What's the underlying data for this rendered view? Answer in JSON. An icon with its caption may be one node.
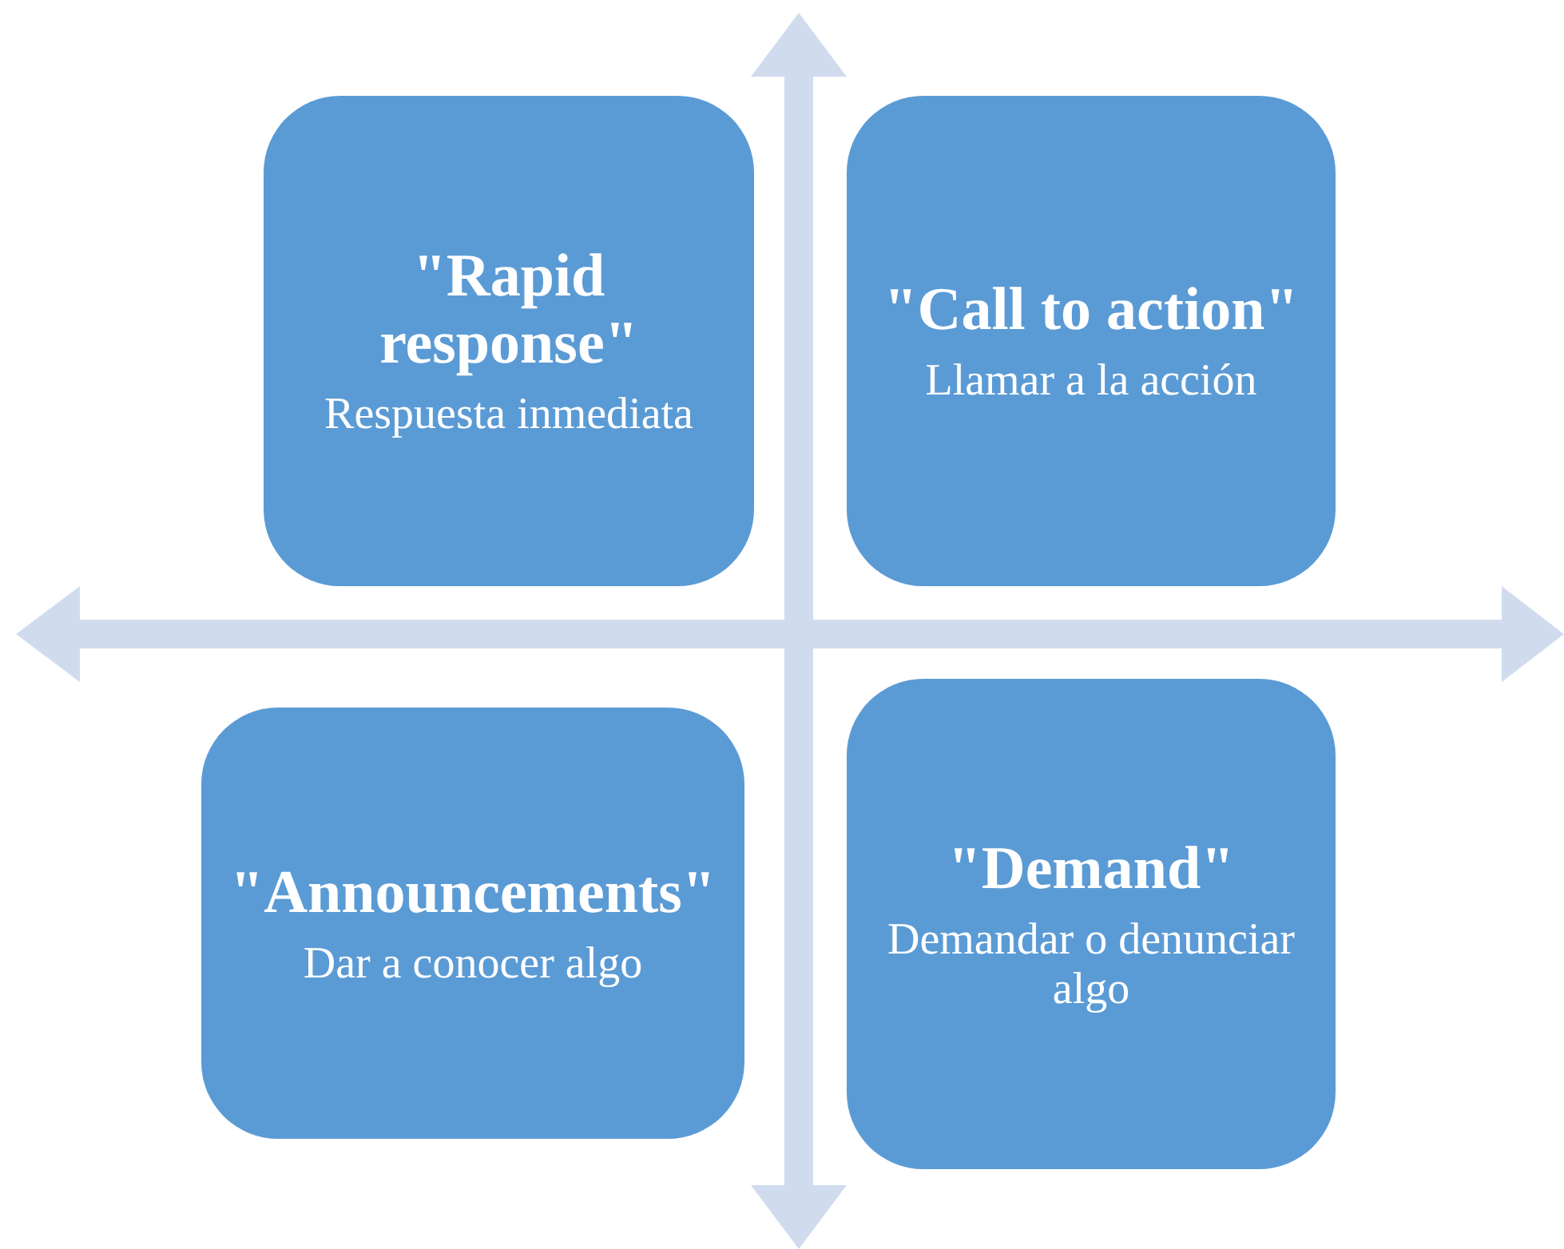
{
  "diagram": {
    "nodes": [
      {
        "text": [
          "\"Rapid response\"",
          "Respuesta inmediata"
        ]
      },
      {
        "text": [
          "\"Call to action\"",
          "Llamar a la acción"
        ]
      },
      {
        "text": [
          "\"Announcements\"",
          "Dar a conocer algo"
        ]
      },
      {
        "text": [
          "\"Demand\"",
          "Demandar o denunciar algo"
        ]
      }
    ]
  }
}
